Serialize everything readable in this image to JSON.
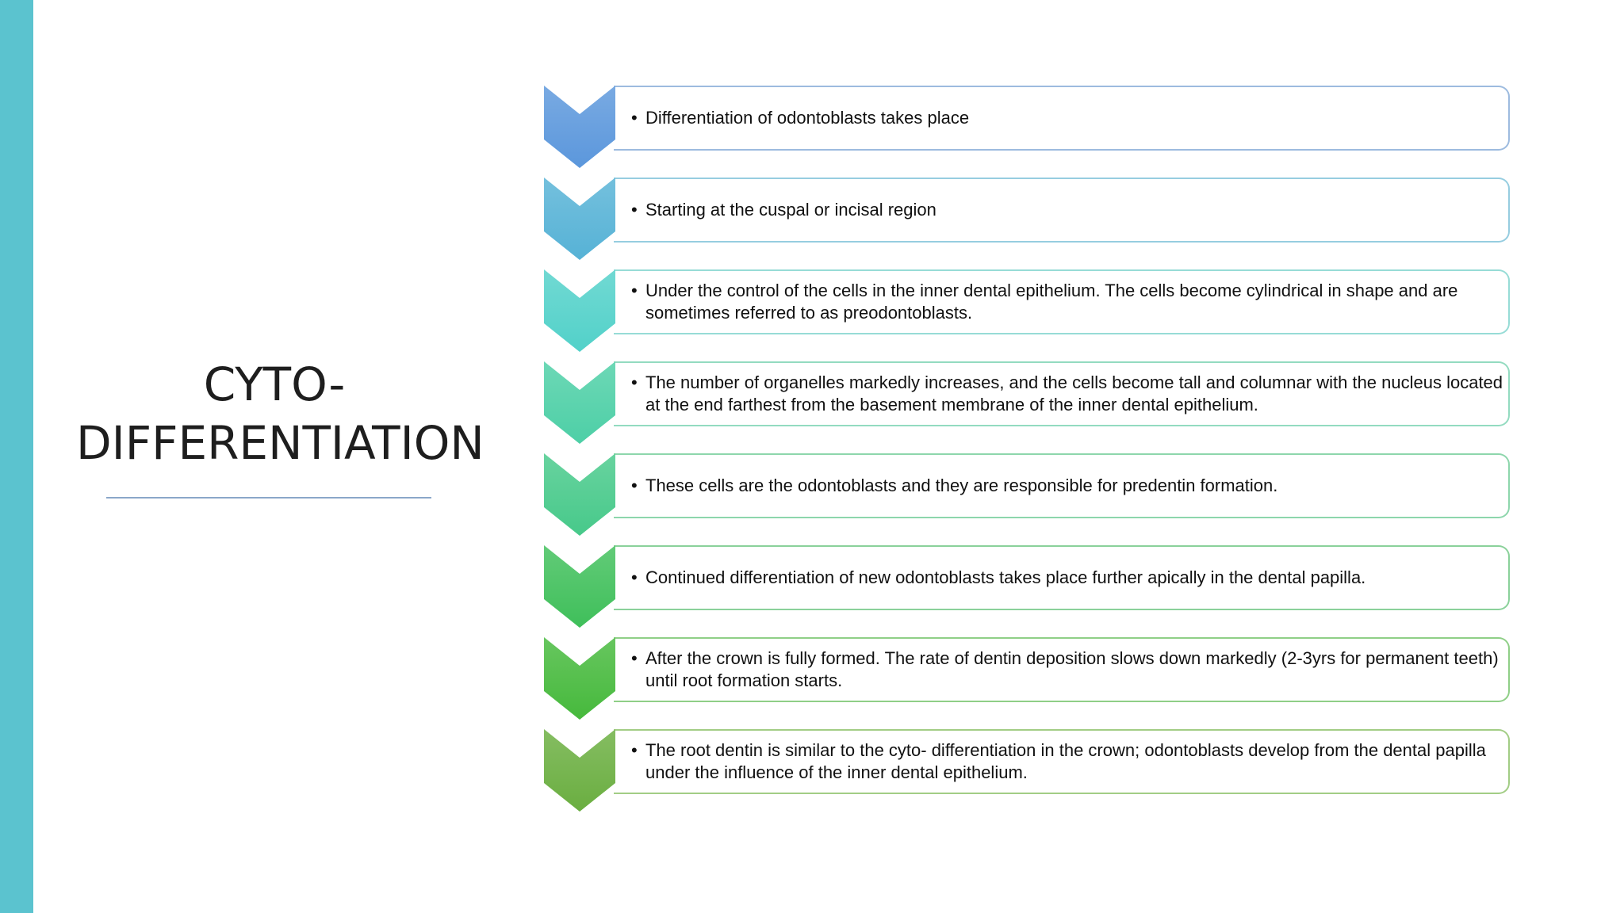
{
  "slide": {
    "accent_color": "#5bc3cf",
    "title_lines": [
      "CYTO-",
      "DIFFERENTIATION"
    ],
    "bullet_symbol": "•",
    "steps": [
      {
        "text": "Differentiation of odontoblasts takes place",
        "color": "#5b97dc",
        "border": "#9dbbdf"
      },
      {
        "text": "Starting at the cuspal or incisal region",
        "color": "#56b2d6",
        "border": "#96cde0"
      },
      {
        "text": "Under the control of the cells in the inner dental epithelium. The cells become cylindrical in shape and are sometimes referred to as preodontoblasts.",
        "color": "#52d1c9",
        "border": "#97dcd6"
      },
      {
        "text": "The number of organelles markedly increases, and the cells become tall and columnar with the nucleus located at the end farthest from the basement membrane of the inner dental epithelium.",
        "color": "#4dcfa6",
        "border": "#93dbc0"
      },
      {
        "text": "These cells are the odontoblasts and they are responsible for predentin formation.",
        "color": "#47c98a",
        "border": "#8dd6ac"
      },
      {
        "text": "Continued differentiation of new odontoblasts takes place further apically in the dental papilla.",
        "color": "#3fbf5a",
        "border": "#8ad19a"
      },
      {
        "text": "After the crown is fully formed. The rate of dentin deposition slows down markedly (2-3yrs for permanent teeth) until root formation starts.",
        "color": "#46b93c",
        "border": "#8fcf87"
      },
      {
        "text": "The root dentin is similar to the cyto- differentiation in the crown; odontoblasts develop from the dental papilla under the influence of the inner dental epithelium.",
        "color": "#6aae40",
        "border": "#a2cd85"
      }
    ]
  }
}
